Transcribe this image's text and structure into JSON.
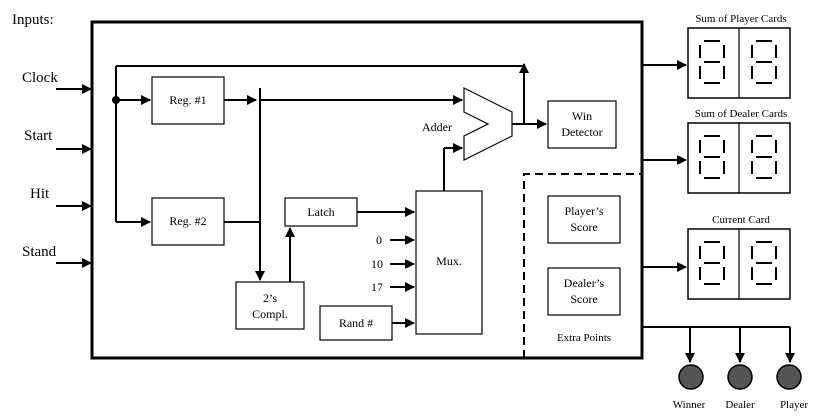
{
  "diagram": {
    "inputs_title": "Inputs:",
    "inputs": [
      "Clock",
      "Start",
      "Hit",
      "Stand"
    ],
    "blocks": {
      "reg1": "Reg. #1",
      "reg2": "Reg. #2",
      "latch": "Latch",
      "twos_line1": "2’s",
      "twos_line2": "Compl.",
      "rand": "Rand #",
      "mux": "Mux.",
      "adder": "Adder",
      "win_line1": "Win",
      "win_line2": "Detector",
      "player_line1": "Player’s",
      "player_line2": "Score",
      "dealer_line1": "Dealer’s",
      "dealer_line2": "Score",
      "extra_points": "Extra Points"
    },
    "mux_constants": [
      "0",
      "10",
      "17"
    ],
    "displays": [
      {
        "label": "Sum of Player Cards",
        "digits": [
          "8",
          "8"
        ]
      },
      {
        "label": "Sum of Dealer Cards",
        "digits": [
          "8",
          "8"
        ]
      },
      {
        "label": "Current Card",
        "digits": [
          "8",
          "8"
        ]
      }
    ],
    "leds": [
      "Winner",
      "Dealer",
      "Player"
    ]
  }
}
